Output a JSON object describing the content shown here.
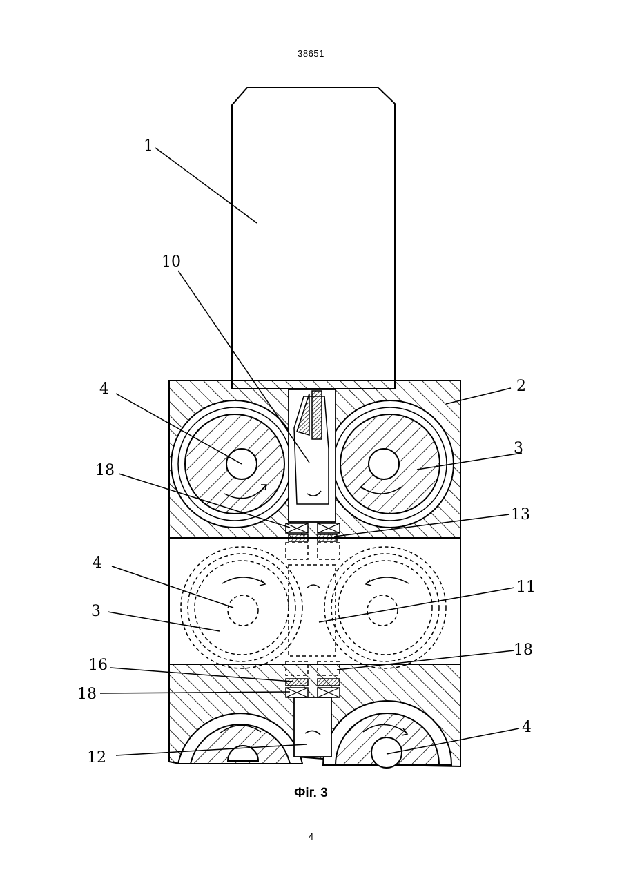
{
  "document": {
    "patent_number": "38651",
    "figure_caption": "Фіг. 3",
    "page_number": "4"
  },
  "figure": {
    "labels": [
      "1",
      "10",
      "2",
      "4",
      "3",
      "18",
      "13",
      "4",
      "11",
      "3",
      "18",
      "16",
      "18",
      "12",
      "4"
    ]
  }
}
